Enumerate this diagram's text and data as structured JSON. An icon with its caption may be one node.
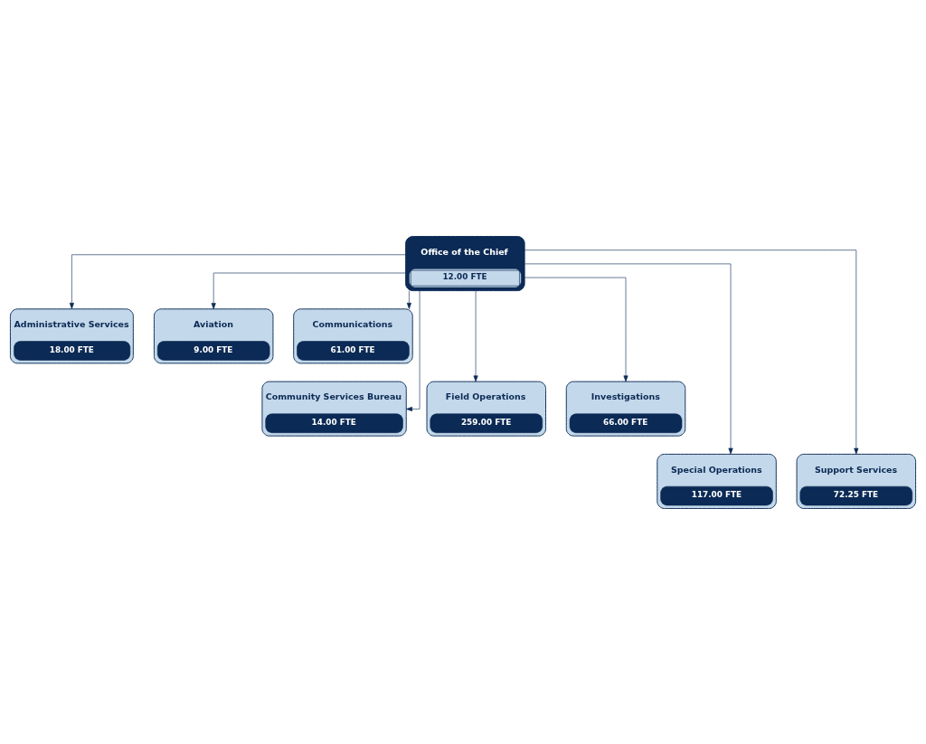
{
  "diagram": {
    "nodes": [
      {
        "text": [
          "Office of the Chief",
          "12.00 FTE"
        ]
      },
      {
        "text": [
          "Administrative Services",
          "18.00 FTE"
        ]
      },
      {
        "text": [
          "Aviation",
          "9.00 FTE"
        ]
      },
      {
        "text": [
          "Communications",
          "61.00 FTE"
        ]
      },
      {
        "text": [
          "Community Services Bureau",
          "14.00 FTE"
        ]
      },
      {
        "text": [
          "Field Operations",
          "259.00 FTE"
        ]
      },
      {
        "text": [
          "Investigations",
          "66.00 FTE"
        ]
      },
      {
        "text": [
          "Special Operations",
          "117.00 FTE"
        ]
      },
      {
        "text": [
          "Support Services",
          "72.25 FTE"
        ]
      }
    ],
    "edges": [
      {
        "from": 0,
        "to": 1,
        "arrow": "to"
      },
      {
        "from": 0,
        "to": 2,
        "arrow": "to"
      },
      {
        "from": 0,
        "to": 3,
        "arrow": "to"
      },
      {
        "from": 0,
        "to": 4,
        "arrow": "to"
      },
      {
        "from": 0,
        "to": 5,
        "arrow": "to"
      },
      {
        "from": 0,
        "to": 6,
        "arrow": "to"
      },
      {
        "from": 0,
        "to": 7,
        "arrow": "to"
      },
      {
        "from": 0,
        "to": 8,
        "arrow": "to"
      }
    ]
  }
}
